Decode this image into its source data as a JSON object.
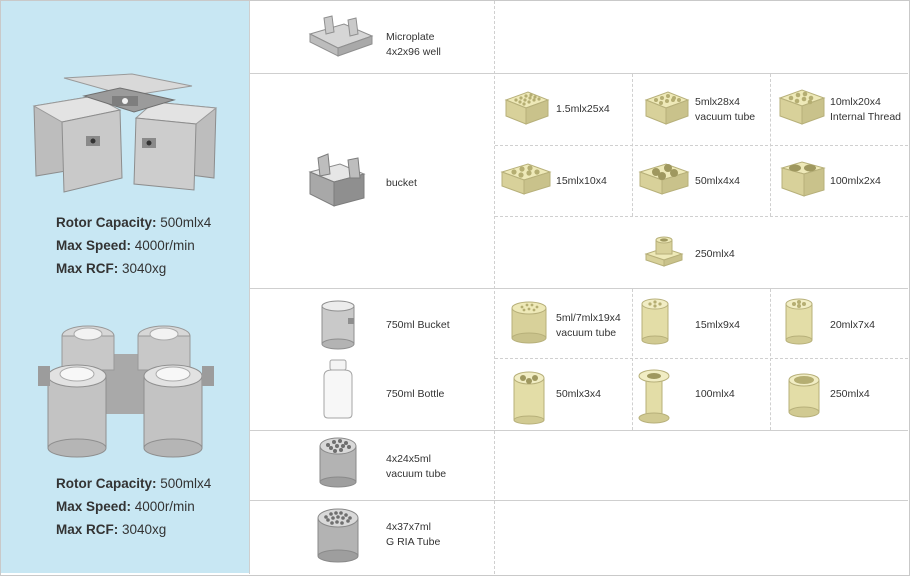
{
  "rotor1": {
    "spec": [
      {
        "label": "Rotor Capacity:",
        "value": " 500mlx4"
      },
      {
        "label": "Max Speed:",
        "value": " 4000r/min"
      },
      {
        "label": "Max RCF:",
        "value": " 3040xg"
      }
    ]
  },
  "rotor2": {
    "spec": [
      {
        "label": "Rotor Capacity:",
        "value": " 500mlx4"
      },
      {
        "label": "Max Speed:",
        "value": " 4000r/min"
      },
      {
        "label": "Max RCF:",
        "value": " 3040xg"
      }
    ]
  },
  "microplate": {
    "line1": "Microplate",
    "line2": "4x2x96 well"
  },
  "bucket": {
    "label": "bucket"
  },
  "bucket_adapters": [
    {
      "line1": "1.5mlx25x4",
      "line2": ""
    },
    {
      "line1": "5mlx28x4",
      "line2": "vacuum tube"
    },
    {
      "line1": "10mlx20x4",
      "line2": "Internal Thread"
    },
    {
      "line1": "15mlx10x4",
      "line2": ""
    },
    {
      "line1": "50mlx4x4",
      "line2": ""
    },
    {
      "line1": "100mlx2x4",
      "line2": ""
    },
    {
      "line1": "250mlx4",
      "line2": ""
    }
  ],
  "bucket750": {
    "label": "750ml Bucket"
  },
  "bottle750": {
    "label": "750ml Bottle"
  },
  "round_adapters": [
    {
      "line1": "5ml/7mlx19x4",
      "line2": "vacuum tube"
    },
    {
      "line1": "15mlx9x4",
      "line2": ""
    },
    {
      "line1": "20mlx7x4",
      "line2": ""
    },
    {
      "line1": "50mlx3x4",
      "line2": ""
    },
    {
      "line1": "100mlx4",
      "line2": ""
    },
    {
      "line1": "250mlx4",
      "line2": ""
    }
  ],
  "vacuum_rack": {
    "line1": "4x24x5ml",
    "line2": "vacuum tube"
  },
  "ria_rack": {
    "line1": "4x37x7ml",
    "line2": "G RIA Tube"
  },
  "colors": {
    "panel": "#c8e7f3",
    "adapter": "#e9e4ae",
    "metal": "#c7c7c7"
  }
}
